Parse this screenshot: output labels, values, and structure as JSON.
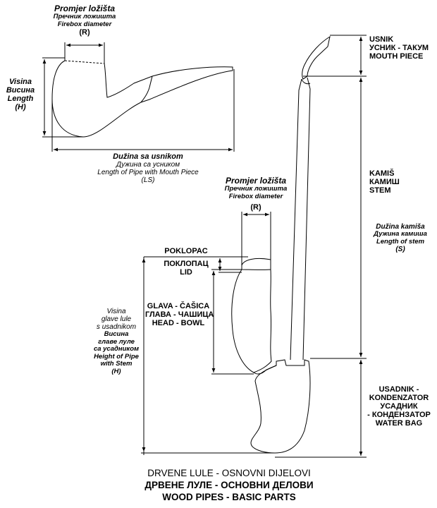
{
  "top_pipe": {
    "firebox": {
      "latin": "Promjer ložišta",
      "cyrillic": "Пречник ложишта",
      "english": "Firebox diameter",
      "code": "(R)"
    },
    "height": {
      "latin": "Visina",
      "cyrillic": "Висина",
      "english": "Length",
      "code": "(H)"
    },
    "length": {
      "latin": "Dužina sa usnikom",
      "cyrillic": "Дужина са усником",
      "english": "Length of Pipe with Mouth Piece",
      "code": "(LS)"
    }
  },
  "main_pipe": {
    "firebox": {
      "latin": "Promjer ložišta",
      "cyrillic": "Пречник ложишта",
      "english": "Firebox diameter",
      "code": "(R)"
    },
    "lid": {
      "latin": "POKLOPAC",
      "cyrillic": "ПОКЛОПАЦ",
      "english": "LID"
    },
    "bowl": {
      "latin": "GLAVA - ČAŠICA",
      "cyrillic": "ГЛАВА - ЧАШИЦА",
      "english": "HEAD - BOWL"
    },
    "height": {
      "latin1": "Visina",
      "latin2": "glave lule",
      "latin3": "s usadnikom",
      "cyrillic1": "Висина",
      "cyrillic2": "главе луле",
      "cyrillic3": "са усадником",
      "english1": "Height of Pipe",
      "english2": "with Stem",
      "code": "(H)"
    },
    "mouth": {
      "latin": "USNIK",
      "cyrillic": "УСНИК - ТАКУМ",
      "english": "MOUTH PIECE"
    },
    "stem": {
      "latin": "KAMIŠ",
      "cyrillic": "КАМИШ",
      "english": "STEM"
    },
    "stem_length": {
      "latin": "Dužina kamiša",
      "cyrillic": "Дужина камиша",
      "english": "Length of stem",
      "code": "(S)"
    },
    "water_bag": {
      "latin1": "USADNIK -",
      "latin2": "KONDENZATOR",
      "cyrillic1": "УСАДНИК",
      "cyrillic2": "- КОНДЕНЗАТОР",
      "english": "WATER BAG"
    }
  },
  "title": {
    "latin": "DRVENE LULE - OSNOVNI DIJELOVI",
    "cyrillic": "ДРВЕНЕ ЛУЛЕ - ОСНОВНИ ДЕЛОВИ",
    "english": "WOOD PIPES - BASIC PARTS"
  }
}
